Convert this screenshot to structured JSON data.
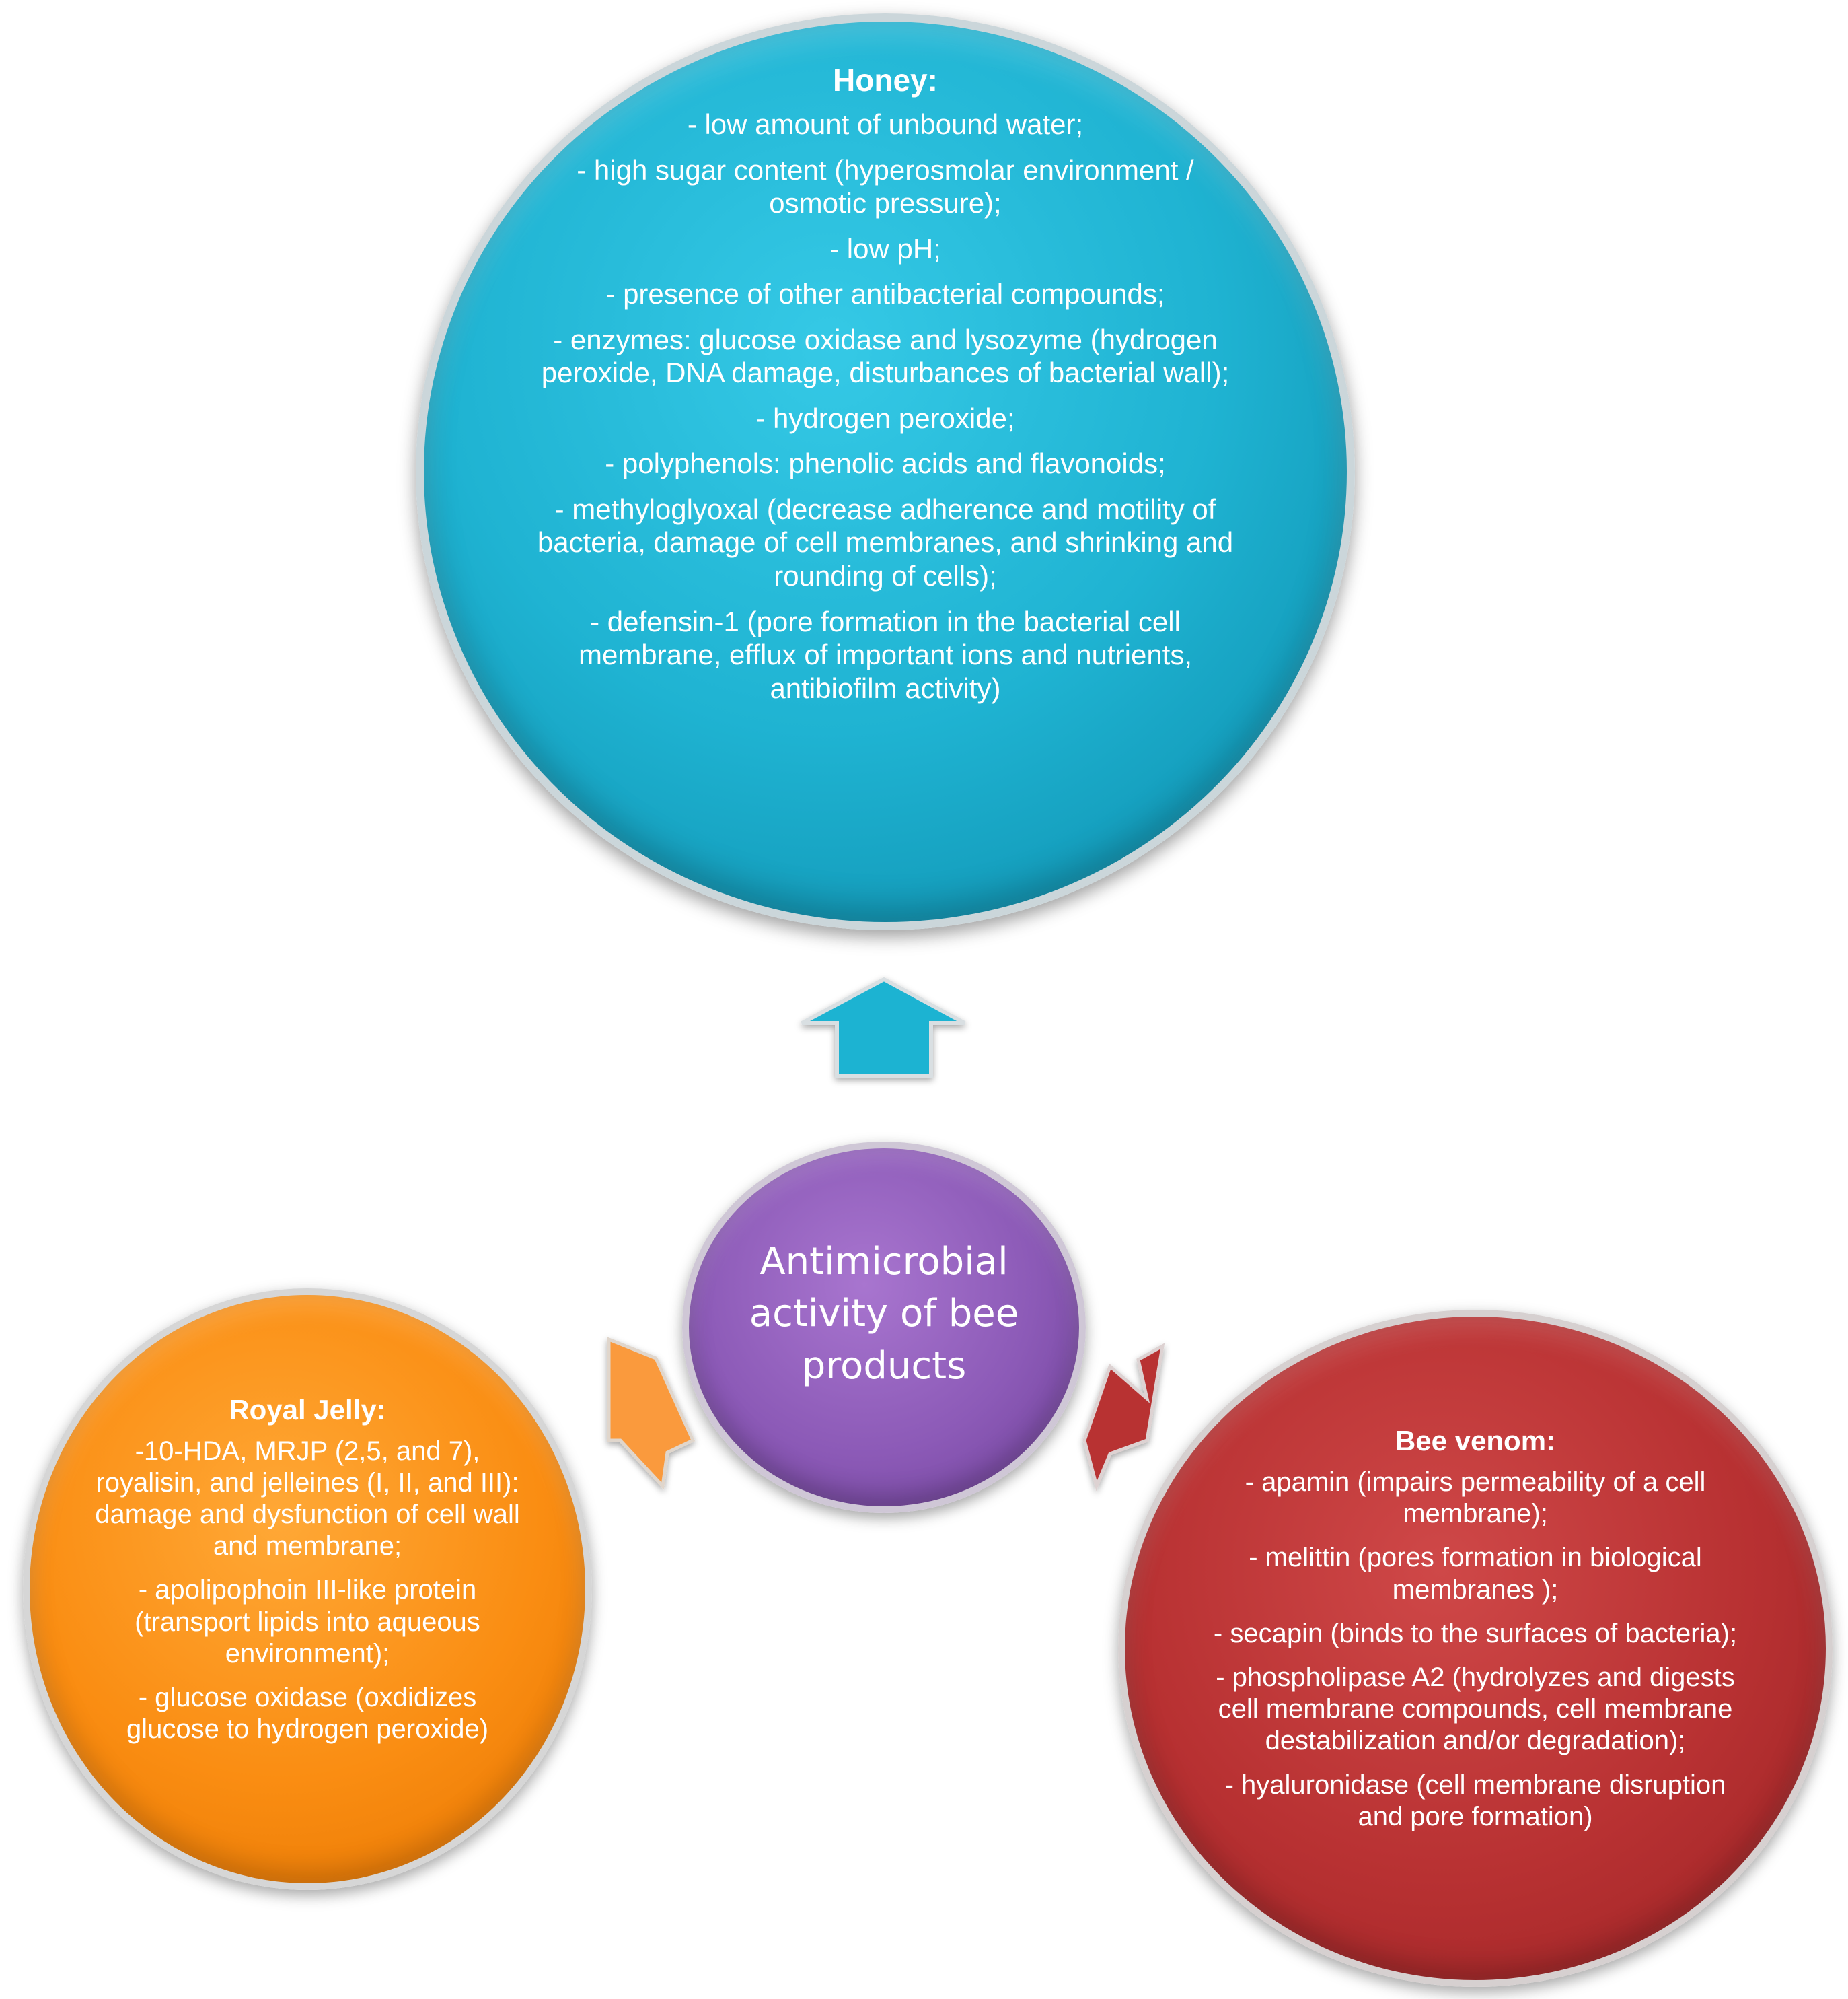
{
  "center": {
    "label": "Antimicrobial activity of bee products"
  },
  "honey": {
    "title": "Honey:",
    "color": "#1fb3d2",
    "items": [
      "- low amount of unbound water;",
      "- high sugar content (hyperosmolar environment / osmotic pressure);",
      "- low pH;",
      "- presence of other antibacterial compounds;",
      "- enzymes: glucose oxidase and lysozyme (hydrogen peroxide, DNA damage, disturbances of bacterial wall);",
      "- hydrogen peroxide;",
      "- polyphenols: phenolic acids and flavonoids;",
      "- methyloglyoxal (decrease adherence and motility of bacteria, damage of cell membranes, and shrinking and rounding of cells);",
      "- defensin-1 (pore formation in the bacterial cell membrane, efflux of important ions and nutrients, antibiofilm activity)"
    ]
  },
  "royal_jelly": {
    "title": "Royal Jelly:",
    "color": "#fa8d12",
    "items": [
      "-10-HDA, MRJP (2,5, and 7), royalisin, and jelleines (I, II, and III): damage and dysfunction of cell wall and membrane;",
      "- apolipophoin III-like protein (transport lipids into aqueous environment);",
      "- glucose oxidase (oxdidizes glucose to hydrogen peroxide)"
    ]
  },
  "bee_venom": {
    "title": "Bee venom:",
    "color": "#b83132",
    "items": [
      "- apamin (impairs permeability of a cell membrane);",
      "- melittin (pores formation in biological membranes );",
      "- secapin (binds to the surfaces of bacteria);",
      "- phospholipase A2 (hydrolyzes and digests cell membrane compounds, cell membrane destabilization and/or degradation);",
      "- hyaluronidase (cell membrane disruption and pore formation)"
    ]
  },
  "colors": {
    "center": "#8c5ab7",
    "arrow_up": "#1fb3d2",
    "arrow_left": "#fa9a3c",
    "arrow_right": "#b83132"
  }
}
